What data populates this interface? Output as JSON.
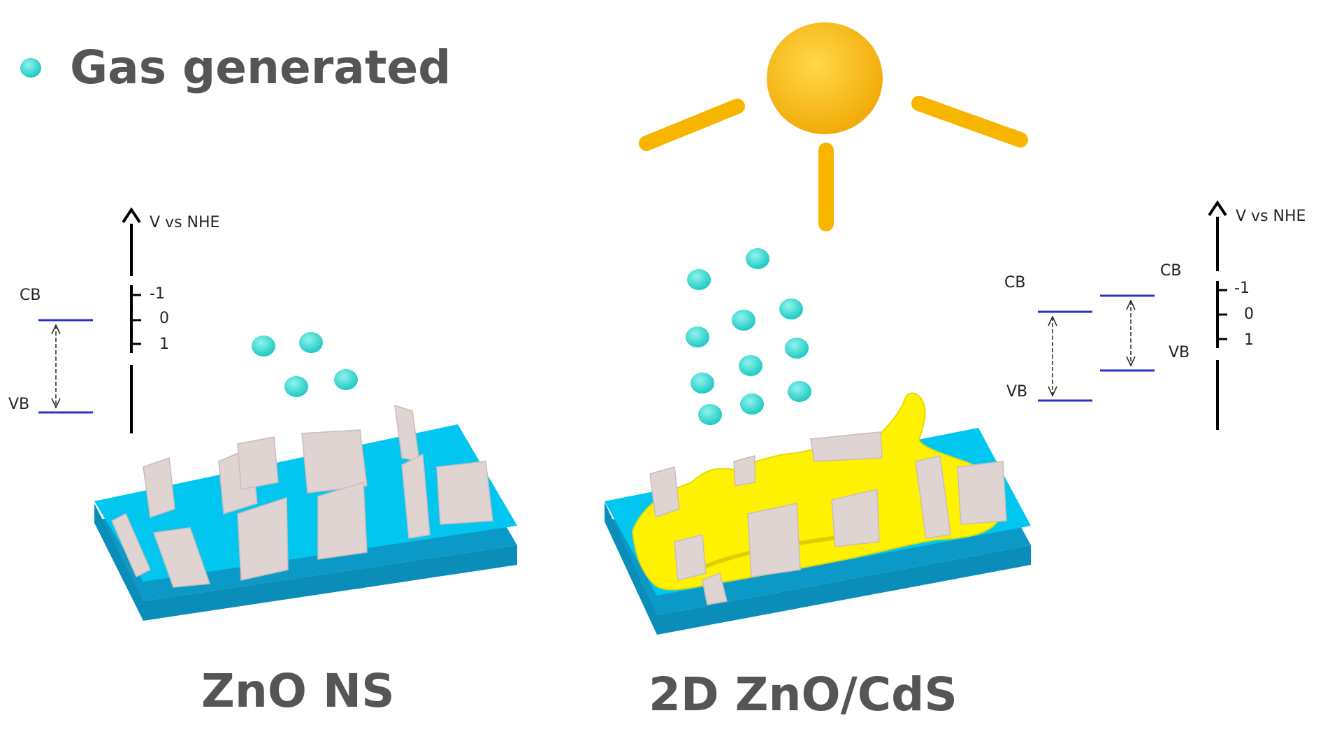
{
  "legend": {
    "label": "Gas generated",
    "marker_color": "#2ed8d2"
  },
  "captions": {
    "left": "ZnO NS",
    "right": "2D ZnO/CdS"
  },
  "colors": {
    "substrate_top": "#00c6f0",
    "substrate_side": "#0b9ac7",
    "plate": "#e0d4d3",
    "cds": "#fff200",
    "sun": "#f7b500",
    "band_line": "#2a31c8",
    "gas_bubble": "#2ed8d2"
  },
  "left_panel": {
    "axis_title": "V vs NHE",
    "ticks": [
      "-1",
      "0",
      "1"
    ],
    "band_labels": {
      "cb": "CB",
      "vb": "VB"
    }
  },
  "right_panel": {
    "axis_title": "V vs NHE",
    "ticks": [
      "-1",
      "0",
      "1"
    ],
    "cds_labels": {
      "cb": "CB",
      "vb": "VB"
    },
    "zno_labels": {
      "cb": "CB",
      "vb": "VB"
    }
  }
}
